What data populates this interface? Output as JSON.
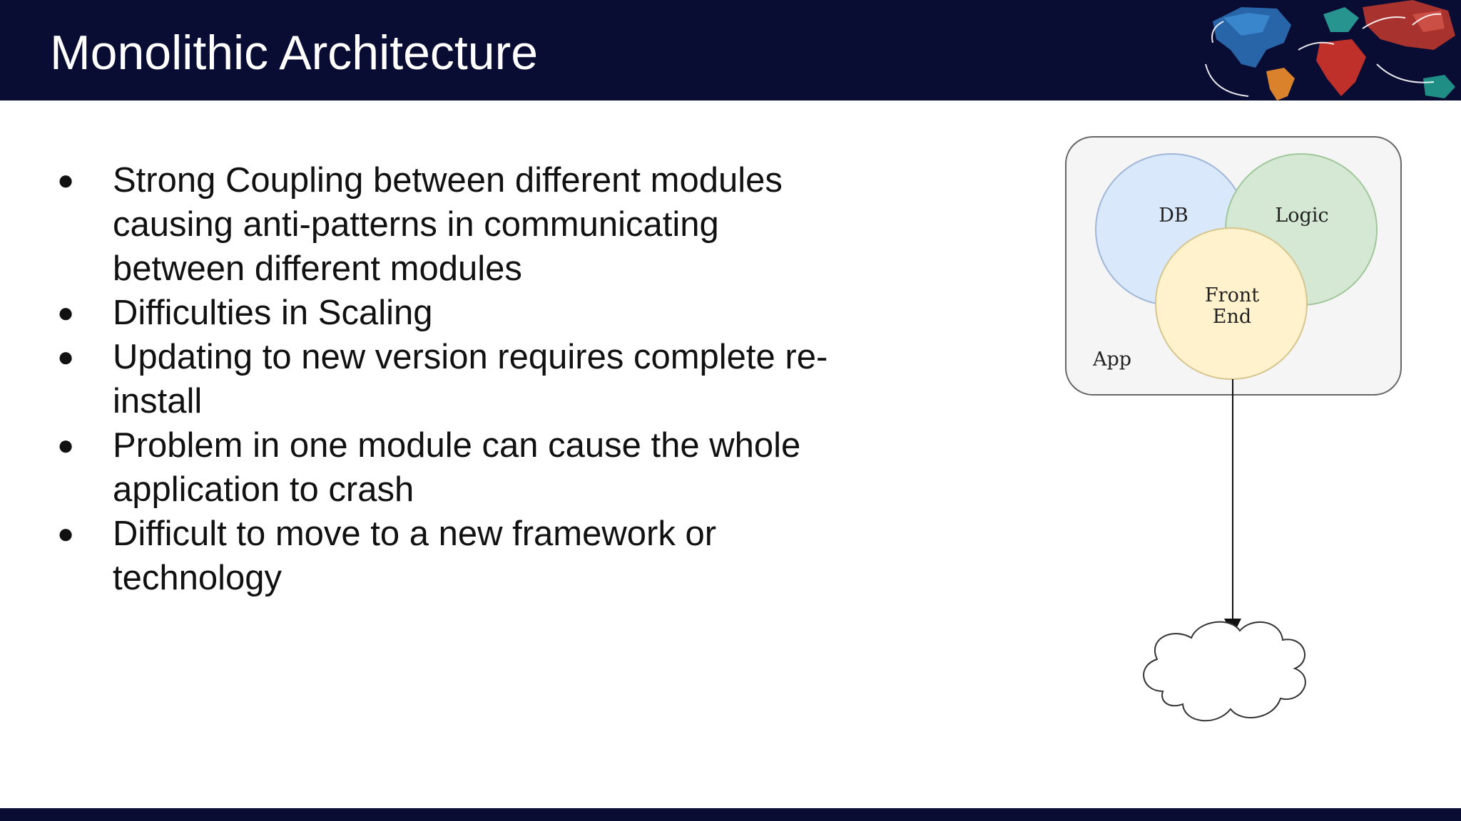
{
  "slide": {
    "title": "Monolithic Architecture",
    "bullets": [
      "Strong Coupling between different modules causing anti-patterns in communicating between different modules",
      "Difficulties in Scaling",
      "Updating to new version requires complete re-install",
      "Problem in one module can cause the whole application to crash",
      "Difficult to move to a new framework or technology"
    ]
  },
  "diagram": {
    "container_label": "App",
    "circles": [
      {
        "label": "DB",
        "fill": "#dae8fc",
        "stroke": "#9fb6d8"
      },
      {
        "label": "Logic",
        "fill": "#d5e8d4",
        "stroke": "#9fc79a"
      },
      {
        "label_line1": "Front",
        "label_line2": "End",
        "fill": "#fff2cc",
        "stroke": "#d6c58e"
      }
    ]
  },
  "colors": {
    "header_bg": "#0a0d33",
    "title_text": "#ffffff",
    "body_text": "#111111"
  },
  "icons": [
    "world-map-icon",
    "cloud-icon"
  ]
}
